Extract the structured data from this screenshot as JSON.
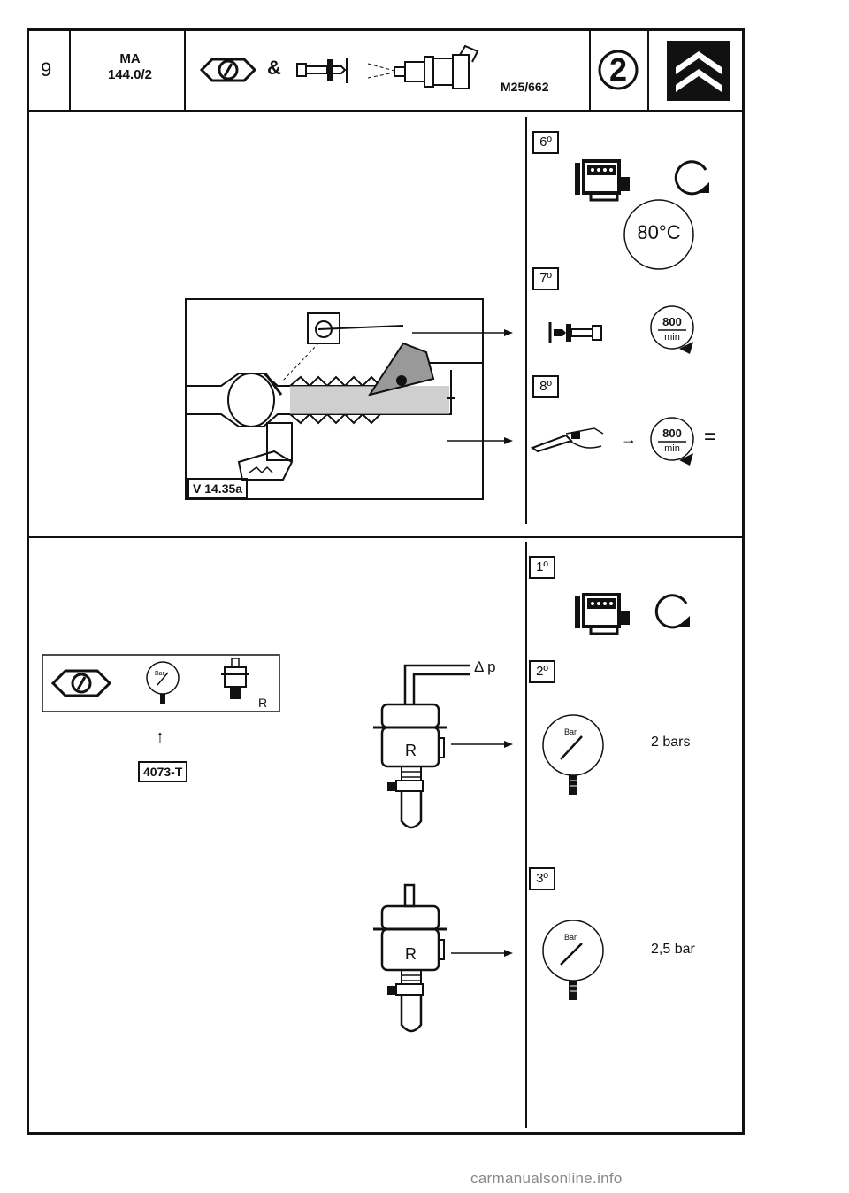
{
  "header": {
    "page_number": "9",
    "doc_code_line1": "MA",
    "doc_code_line2": "144.0/2",
    "ampersand": "&",
    "ref_code": "M25/662",
    "circled_number": "2",
    "icons": [
      "inspection-eye-icon",
      "adjustment-screw-icon",
      "injector-icon",
      "citroen-logo"
    ]
  },
  "upper_panel": {
    "diagram_label": "V 14.35a",
    "steps": [
      {
        "label": "6º",
        "temperature": "80°C",
        "icons": [
          "engine-icon",
          "rotation-icon"
        ]
      },
      {
        "label": "7º",
        "rpm": "800",
        "rpm_unit": "min",
        "icons": [
          "adjustment-screw-icon",
          "rpm-dial-icon"
        ]
      },
      {
        "label": "8º",
        "rpm": "800",
        "rpm_unit": "min",
        "arrow": "→",
        "equals": "=",
        "icons": [
          "pinch-hose-icon",
          "rpm-dial-icon"
        ]
      }
    ]
  },
  "lower_panel": {
    "tool_box": {
      "regulator_letter": "R",
      "gauge_unit": "Bar"
    },
    "arrow_up": "↑",
    "tool_ref": "4073-T",
    "delta_p": "Δ p",
    "regulator_letter": "R",
    "steps": [
      {
        "label": "1º",
        "icons": [
          "engine-icon",
          "rotation-icon"
        ]
      },
      {
        "label": "2º",
        "gauge_unit": "Bar",
        "value": "2 bars"
      },
      {
        "label": "3º",
        "gauge_unit": "Bar",
        "value": "2,5 bar"
      }
    ]
  },
  "footer": {
    "watermark": "carmanualsonline.info"
  }
}
